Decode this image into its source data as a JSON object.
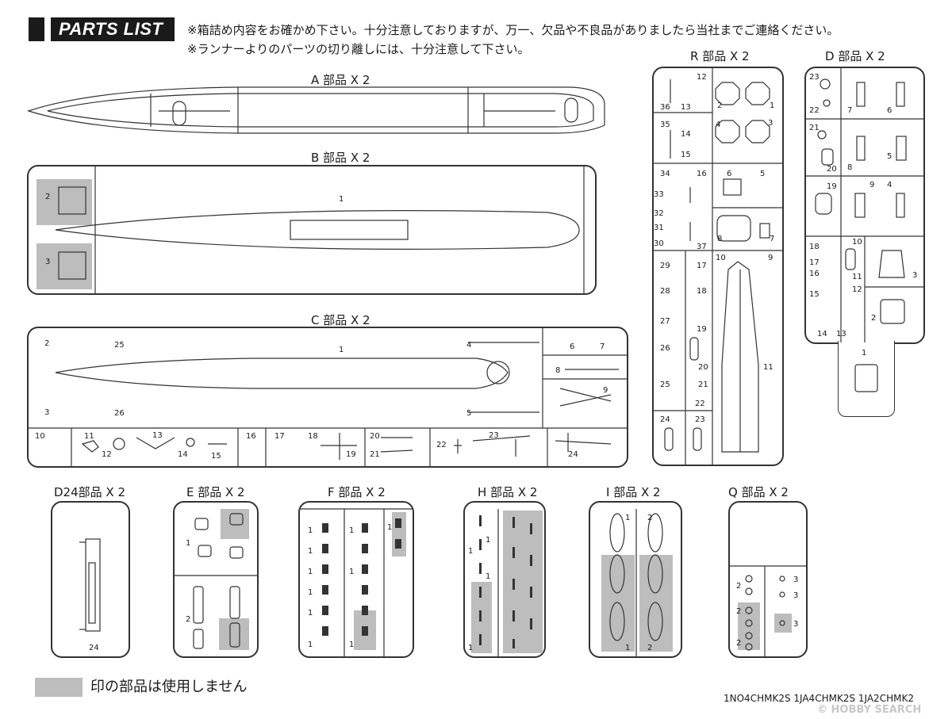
{
  "header": {
    "title": "PARTS LIST",
    "notice_line1": "※箱詰め内容をお確かめ下さい。十分注意しておりますが、万一、欠品や不良品がありましたら当社までご連絡ください。",
    "notice_line2": "※ランナーよりのパーツの切り離しには、十分注意して下さい。"
  },
  "runners": {
    "A": "A 部品  X 2",
    "B": "B 部品  X 2",
    "C": "C 部品  X 2",
    "R": "R 部品  X 2",
    "D": "D 部品  X 2",
    "D24": "D24部品  X 2",
    "E": "E 部品  X 2",
    "F": "F 部品  X 2",
    "H": "H 部品  X 2",
    "I": "I 部品  X 2",
    "Q": "Q 部品  X 2"
  },
  "part_numbers": {
    "B": [
      "1",
      "2",
      "3"
    ],
    "C_top": [
      "2",
      "25",
      "1",
      "4",
      "6",
      "7",
      "8",
      "9",
      "3",
      "26",
      "5"
    ],
    "C_bottom": [
      "10",
      "11",
      "12",
      "13",
      "14",
      "15",
      "16",
      "17",
      "18",
      "19",
      "20",
      "21",
      "22",
      "23",
      "24"
    ],
    "R": [
      "12",
      "36",
      "13",
      "2",
      "1",
      "35",
      "14",
      "4",
      "3",
      "15",
      "34",
      "16",
      "6",
      "5",
      "33",
      "32",
      "31",
      "30",
      "8",
      "7",
      "37",
      "10",
      "9",
      "29",
      "17",
      "28",
      "18",
      "27",
      "19",
      "26",
      "20",
      "11",
      "25",
      "21",
      "22",
      "24",
      "23"
    ],
    "D": [
      "23",
      "22",
      "7",
      "6",
      "21",
      "20",
      "8",
      "5",
      "19",
      "9",
      "4",
      "18",
      "10",
      "17",
      "16",
      "11",
      "3",
      "15",
      "12",
      "2",
      "14",
      "13",
      "1"
    ],
    "D24": [
      "24"
    ],
    "E": [
      "1",
      "2"
    ],
    "F": [
      "1"
    ],
    "H": [
      "1"
    ],
    "I": [
      "1",
      "2"
    ],
    "Q": [
      "2",
      "3"
    ]
  },
  "legend": {
    "text": "印の部品は使用しません",
    "color": "#bdbdbd"
  },
  "codes": "1NO4CHMK2S  1JA4CHMK2S  1JA2CHMK2",
  "watermark": "© HOBBY SEARCH"
}
